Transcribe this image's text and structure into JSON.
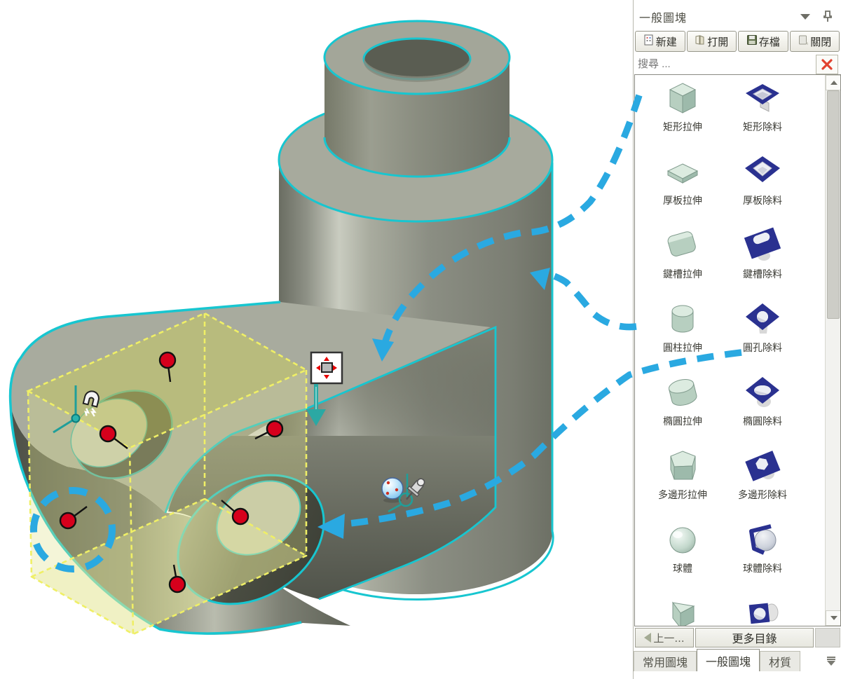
{
  "panel": {
    "title": "一般圖塊",
    "title_icons": [
      "chevron-down-icon",
      "pin-icon"
    ],
    "toolbar": {
      "buttons": [
        {
          "label": "新建",
          "icon": "new-doc-icon"
        },
        {
          "label": "打開",
          "icon": "open-doc-icon"
        },
        {
          "label": "存檔",
          "icon": "save-icon"
        },
        {
          "label": "關閉",
          "icon": "close-doc-icon"
        }
      ]
    },
    "search": {
      "placeholder": "搜尋 ...",
      "close_icon": "close-x-icon"
    },
    "grid": {
      "items": [
        {
          "label": "矩形拉伸",
          "icon": "cube-extrude"
        },
        {
          "label": "矩形除料",
          "icon": "cube-cut"
        },
        {
          "label": "厚板拉伸",
          "icon": "plate-extrude"
        },
        {
          "label": "厚板除料",
          "icon": "plate-cut"
        },
        {
          "label": "鍵槽拉伸",
          "icon": "slot-extrude"
        },
        {
          "label": "鍵槽除料",
          "icon": "slot-cut"
        },
        {
          "label": "圓柱拉伸",
          "icon": "cylinder-extrude"
        },
        {
          "label": "圓孔除料",
          "icon": "hole-cut"
        },
        {
          "label": "橢圓拉伸",
          "icon": "ellipse-extrude"
        },
        {
          "label": "橢圓除料",
          "icon": "ellipse-cut"
        },
        {
          "label": "多邊形拉伸",
          "icon": "polygon-extrude"
        },
        {
          "label": "多邊形除料",
          "icon": "polygon-cut"
        },
        {
          "label": "球體",
          "icon": "sphere-extrude"
        },
        {
          "label": "球體除料",
          "icon": "sphere-cut"
        },
        {
          "label": "",
          "icon": "wedge-extrude"
        },
        {
          "label": "",
          "icon": "wedge-cut"
        }
      ]
    },
    "scrollbar": {
      "up_icon": "scroll-up-icon",
      "down_icon": "scroll-down-icon"
    },
    "footer": {
      "prev_label": "上一...",
      "prev_icon": "arrow-left-icon",
      "more_label": "更多目錄"
    },
    "tabs": [
      {
        "label": "常用圖塊",
        "active": false
      },
      {
        "label": "一般圖塊",
        "active": true
      },
      {
        "label": "材質",
        "active": false
      }
    ],
    "tab_overflow_icon": "tab-overflow-icon"
  },
  "scene": {
    "icons": [
      "magnet-icon",
      "move-handle-icon",
      "extrude-direction-arrow-icon",
      "orientation-sphere-icon",
      "pushpin-icon"
    ],
    "handle_count": 6,
    "colors": {
      "highlight_edge": "#17c6d0",
      "guide_arrow_blue": "#2aa9e1",
      "box_dash_yellow": "#efef66",
      "handle_red": "#d6001c",
      "part_gray": "#8f9287"
    }
  }
}
